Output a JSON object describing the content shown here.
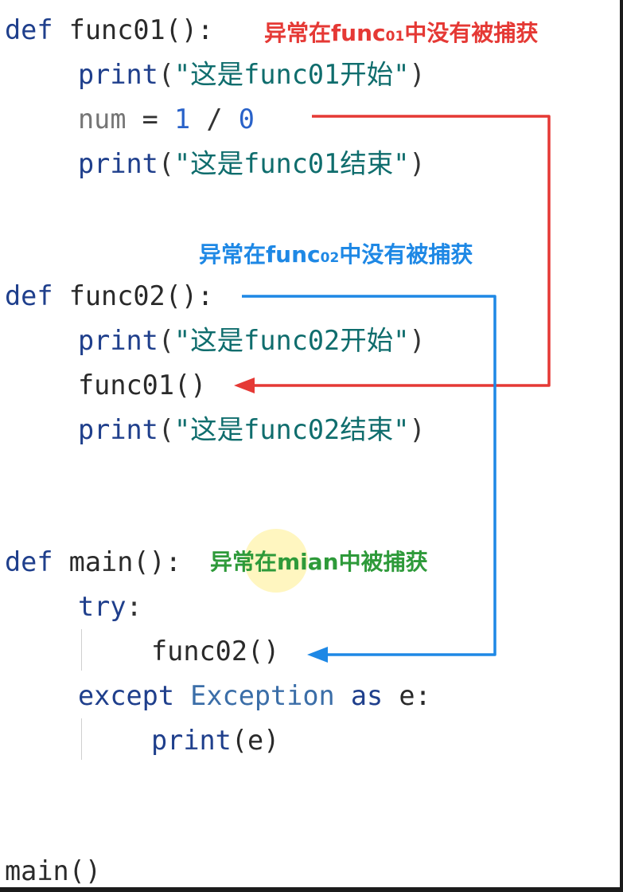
{
  "code": {
    "func01": {
      "def_kw": "def",
      "signature": " func01():",
      "print_start": {
        "fn": "print",
        "open": "(",
        "str": "\"这是func01开始\"",
        "close": ")"
      },
      "num_line": {
        "var": "num",
        "eq": " = ",
        "one": "1",
        "div": " / ",
        "zero": "0"
      },
      "print_end": {
        "fn": "print",
        "open": "(",
        "str": "\"这是func01结束\"",
        "close": ")"
      }
    },
    "func02": {
      "def_kw": "def",
      "signature": " func02():",
      "print_start": {
        "fn": "print",
        "open": "(",
        "str": "\"这是func02开始\"",
        "close": ")"
      },
      "call_func01": "func01()",
      "print_end": {
        "fn": "print",
        "open": "(",
        "str": "\"这是func02结束\"",
        "close": ")"
      }
    },
    "main": {
      "def_kw": "def",
      "signature": " main():",
      "try_kw": "try",
      "try_colon": ":",
      "call_func02": "func02()",
      "except_kw": "except",
      "exception_cls": " Exception ",
      "as_kw": "as",
      "var_e": " e:",
      "print_fn": "print",
      "print_args": "(e)"
    },
    "main_call": "main()"
  },
  "annotations": {
    "func01_not_caught": {
      "prefix": "异常在func",
      "sub": "01",
      "suffix": "中没有被捕获"
    },
    "func02_not_caught": {
      "prefix": "异常在func",
      "sub": "02",
      "suffix": "中没有被捕获"
    },
    "caught_in_main": "异常在mian中被捕获"
  },
  "colors": {
    "keyword": "#1f3f8c",
    "string": "#0f6d6d",
    "number": "#2962c9",
    "red_arrow": "#e53935",
    "blue_arrow": "#1e88e5",
    "red_label": "#e53935",
    "blue_label": "#1e88e5",
    "green_label": "#2e9a3a",
    "highlight": "#ffee8c"
  }
}
